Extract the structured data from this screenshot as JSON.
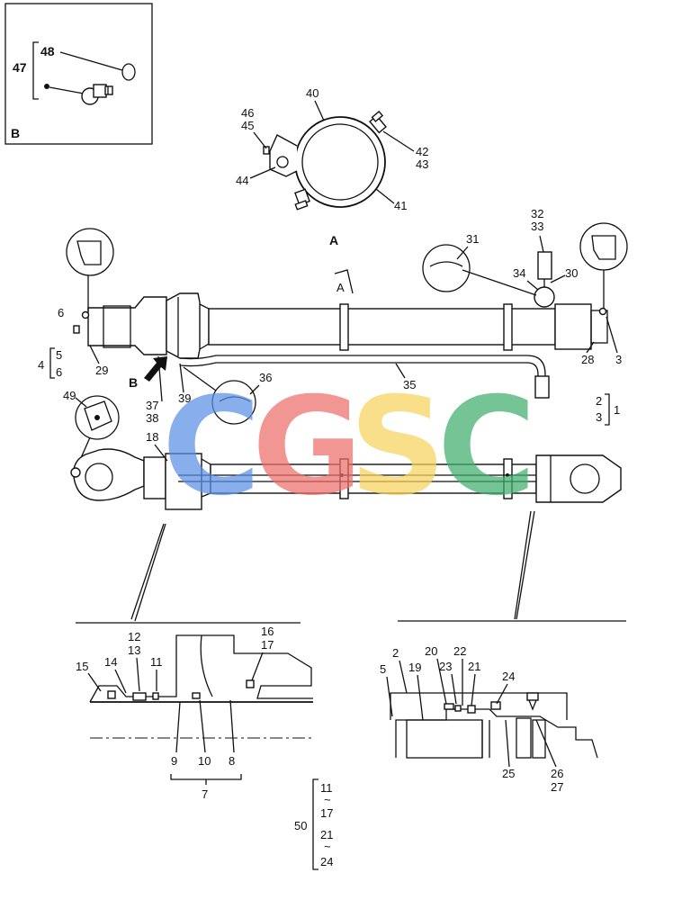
{
  "inset": {
    "letter": "B",
    "group": "47",
    "items": [
      "48"
    ]
  },
  "section_view": {
    "letter": "A",
    "section_mark": "A"
  },
  "watermark": {
    "letters": [
      "C",
      "G",
      "S",
      "C"
    ],
    "colors": [
      "#5b8fe6",
      "#ee6f6a",
      "#f7d35c",
      "#3fae6e"
    ]
  },
  "labels": {
    "l1": "1",
    "l2": "2",
    "l3": "3",
    "l4": "4",
    "l5": "5",
    "l6": "6",
    "l6b": "6",
    "l7": "7",
    "l8": "8",
    "l9": "9",
    "l10": "10",
    "l11": "11",
    "l12": "12",
    "l13": "13",
    "l14": "14",
    "l15": "15",
    "l16": "16",
    "l17": "17",
    "l18": "18",
    "l19": "19",
    "l20": "20",
    "l21": "21",
    "l22": "22",
    "l23": "23",
    "l24": "24",
    "l25": "25",
    "l26": "26",
    "l27": "27",
    "l28": "28",
    "l29": "29",
    "l30": "30",
    "l31": "31",
    "l32": "32",
    "l33": "33",
    "l34": "34",
    "l35": "35",
    "l36": "36",
    "l37": "37",
    "l38": "38",
    "l39": "39",
    "l40": "40",
    "l41": "41",
    "l42": "42",
    "l43": "43",
    "l44": "44",
    "l45": "45",
    "l46": "46",
    "l49": "49",
    "l50": "50",
    "l2b": "2",
    "l3b": "3",
    "l5b": "5",
    "lb": "B",
    "r11": "11",
    "r17": "17",
    "r21": "21",
    "r24": "24",
    "tilde1": "~",
    "tilde2": "~"
  }
}
